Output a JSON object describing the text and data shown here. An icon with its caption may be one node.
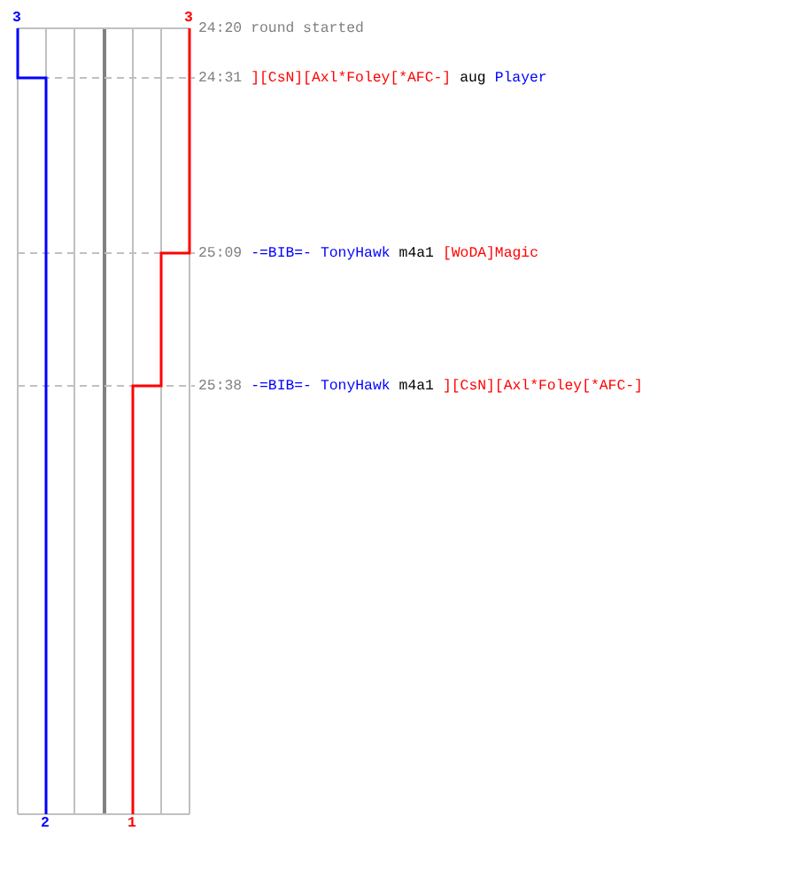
{
  "diagram": {
    "labels": [
      "3",
      "3",
      "24:20",
      "round started",
      "24:31",
      "][CsN][Axl*Foley[*AFC-]",
      "aug",
      "Player",
      "25:09",
      "-=BIB=-",
      "TonyHawk",
      "m4a1",
      "[WoDA]Magic",
      "25:38",
      "-=BIB=-",
      "TonyHawk",
      "m4a1",
      "][CsN][Axl*Foley[*AFC-]",
      "2",
      "1"
    ]
  }
}
